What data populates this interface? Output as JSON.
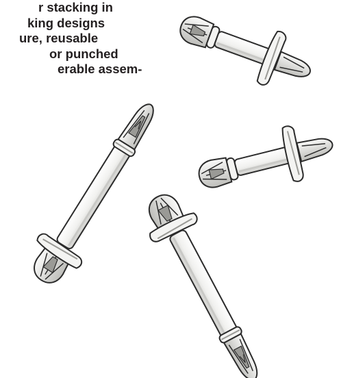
{
  "text_fragment": {
    "lines": [
      "r stacking in",
      "king designs",
      "ure, reusable",
      "or punched",
      "erable assem-"
    ]
  },
  "illustration": {
    "subject": "snap-lock nylon PCB support spacers",
    "part_count": 4,
    "colors": {
      "outline": "#2b2b2b",
      "body": "#f4f4f2",
      "shade": "#c9c9c6",
      "dark_shade": "#9a9a96"
    }
  }
}
